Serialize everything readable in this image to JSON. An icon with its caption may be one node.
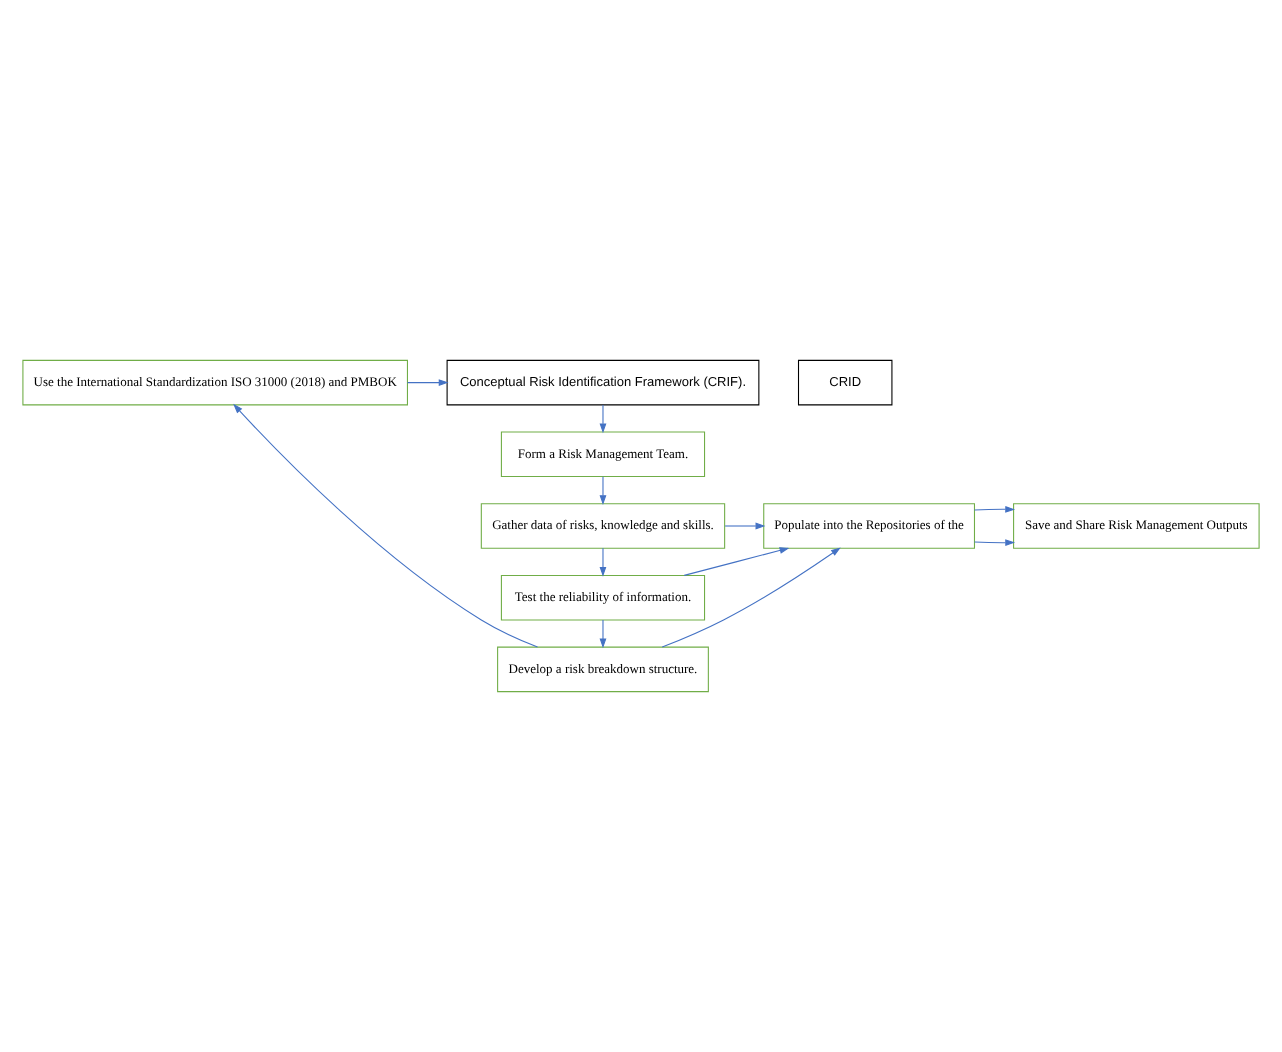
{
  "diagram": {
    "nodes": [
      {
        "text": [
          "Use the International Standardization ISO 31000 (2018) and PMBOK"
        ]
      },
      {
        "text": [
          "Conceptual Risk Identification Framework (CRIF)."
        ]
      },
      {
        "text": [
          "Form a Risk Management Team."
        ]
      },
      {
        "text": [
          "Gather data of risks, knowledge and skills."
        ]
      },
      {
        "text": [
          "Test the reliability of information."
        ]
      },
      {
        "text": [
          "Develop a risk breakdown structure."
        ]
      },
      {
        "text": [
          "CRID"
        ]
      },
      {
        "text": [
          "Populate into the Repositories of the"
        ]
      },
      {
        "text": [
          "Save and Share Risk Management Outputs"
        ]
      }
    ],
    "edges": [
      {
        "from": 0,
        "to": 1,
        "arrow": "to"
      },
      {
        "from": 1,
        "to": 2,
        "arrow": "to"
      },
      {
        "from": 2,
        "to": 3,
        "arrow": "to"
      },
      {
        "from": 3,
        "to": 4,
        "arrow": "to"
      },
      {
        "from": 4,
        "to": 5,
        "arrow": "to"
      },
      {
        "from": 5,
        "to": 0,
        "arrow": "to"
      },
      {
        "from": 3,
        "to": 7,
        "arrow": "to"
      },
      {
        "from": 4,
        "to": 7,
        "arrow": "to"
      },
      {
        "from": 5,
        "to": 7,
        "arrow": "to"
      },
      {
        "from": 7,
        "to": 8,
        "arrow": "to"
      },
      {
        "from": 7,
        "to": 8,
        "arrow": "to"
      }
    ]
  }
}
